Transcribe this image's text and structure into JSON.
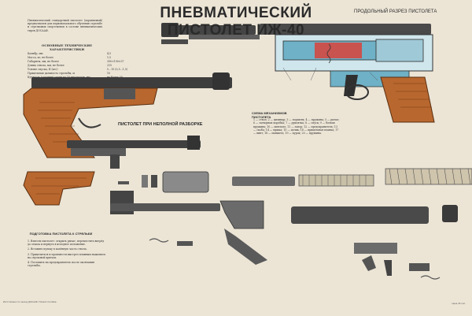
{
  "title": "ПНЕВМАТИЧЕСКИЙ ПИСТОЛЕТ ИЖ-40",
  "section_title": "ПРОДОЛЬНЫЙ РАЗРЕЗ ПИСТОЛЕТА",
  "intro_text": "Пневматический стандартный пистолет (охраняемый) предназначен для первоначального обучения стрельбе и стрелковых спортсменов в составе пневматических тиров ДОСААФ.",
  "specs_heading": "ОСНОВНЫЕ ТЕХНИЧЕСКИЕ ХАРАКТЕРИСТИКИ",
  "specs": [
    {
      "label": "Калибр, мм",
      "value": "4,5"
    },
    {
      "label": "Масса, кг, не более",
      "value": "1,5"
    },
    {
      "label": "Габариты, мм, не более",
      "value": "390×190×37"
    },
    {
      "label": "Длина ствола, мм, не более",
      "value": "215"
    },
    {
      "label": "Усилие спуска, Н (кгс)",
      "value": "5…15 (0,5…1,5)"
    },
    {
      "label": "Прицельная дальность стрельбы, м",
      "value": "10"
    },
    {
      "label": "Кучность (средняя) серии из 10 выстрелов, мм",
      "value": "не более 30"
    }
  ],
  "view_label": "ПИСТОЛЕТ ПРИ НЕПОЛНОЙ РАЗБОРКЕ",
  "scheme_heading": "СХЕМА МЕХАНИЗМОВ ПИСТОЛЕТА",
  "scheme_text": "1 — ствол; 2 — цилиндр; 3 — поршень; 4 — пружина; 5 — рычаг; 6 — затворная коробка; 7 — рукоятка; 8 — спуск; 9 — боевая пружина; 10 — шептало; 11 — запор; 12 — предохранитель; 13 — скоба; 14 — мушка; 15 — целик; 16 — прицельная планка; 17 — винт; 18 — манжета; 19 — курок; 20 — пружина.",
  "prep_heading": "ПОДГОТОВКА ПИСТОЛЕТА К СТРЕЛЬБЕ",
  "prep_steps": [
    "1. Взвести пистолет: открыть рычаг, переместить вперёд до отказа и вернуть в исходное положение.",
    "2. Вставить пульку в казённую часть ствола.",
    "3. Прицелиться и произвести выстрел плавным нажатием на спусковой крючок.",
    "4. Поставить на предохранитель после окончания стрельбы."
  ],
  "footer_left": "Изготовлено по заказу ДОСААФ. Плакат-пособие.",
  "footer_right": "Цена 45 коп.",
  "colors": {
    "paper": "#ece5d6",
    "metal_dark": "#3b3b3b",
    "metal_mid": "#6b6b6b",
    "wood": "#b8672f",
    "cutaway_blue": "#6fb1c6",
    "cutaway_red": "#d8433a"
  }
}
